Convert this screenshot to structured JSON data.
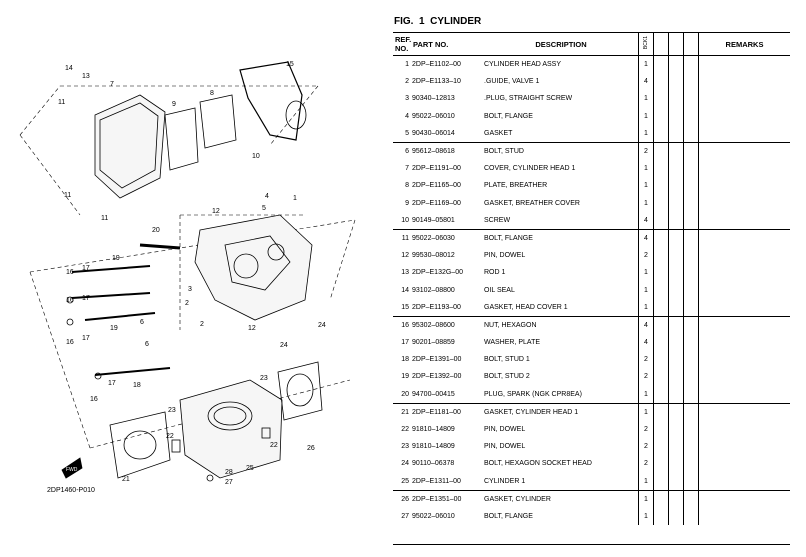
{
  "figure": {
    "label": "FIG.",
    "number": "1",
    "title": "CYLINDER",
    "image_code": "2DP1460-P010"
  },
  "table": {
    "headers": {
      "ref": "REF. NO.",
      "part": "PART NO.",
      "desc": "DESCRIPTION",
      "model": "BCK1",
      "remarks": "REMARKS"
    },
    "rows": [
      {
        "ref": "1",
        "part": "2DP–E1102–00",
        "desc": "CYLINDER HEAD ASSY",
        "qty": "1"
      },
      {
        "ref": "2",
        "part": "2DP–E1133–10",
        "desc": ".GUIDE, VALVE 1",
        "qty": "4"
      },
      {
        "ref": "3",
        "part": "90340–12813",
        "desc": ".PLUG, STRAIGHT SCREW",
        "qty": "1"
      },
      {
        "ref": "4",
        "part": "95022–06010",
        "desc": "BOLT, FLANGE",
        "qty": "1"
      },
      {
        "ref": "5",
        "part": "90430–06014",
        "desc": "GASKET",
        "qty": "1"
      },
      {
        "ref": "6",
        "part": "95612–08618",
        "desc": "BOLT, STUD",
        "qty": "2"
      },
      {
        "ref": "7",
        "part": "2DP–E1191–00",
        "desc": "COVER, CYLINDER HEAD 1",
        "qty": "1"
      },
      {
        "ref": "8",
        "part": "2DP–E1165–00",
        "desc": "PLATE, BREATHER",
        "qty": "1"
      },
      {
        "ref": "9",
        "part": "2DP–E1169–00",
        "desc": "GASKET, BREATHER COVER",
        "qty": "1"
      },
      {
        "ref": "10",
        "part": "90149–05801",
        "desc": "SCREW",
        "qty": "4"
      },
      {
        "ref": "11",
        "part": "95022–06030",
        "desc": "BOLT, FLANGE",
        "qty": "4"
      },
      {
        "ref": "12",
        "part": "99530–08012",
        "desc": "PIN, DOWEL",
        "qty": "2"
      },
      {
        "ref": "13",
        "part": "2DP–E132G–00",
        "desc": "ROD 1",
        "qty": "1"
      },
      {
        "ref": "14",
        "part": "93102–08800",
        "desc": "OIL SEAL",
        "qty": "1"
      },
      {
        "ref": "15",
        "part": "2DP–E1193–00",
        "desc": "GASKET, HEAD COVER 1",
        "qty": "1"
      },
      {
        "ref": "16",
        "part": "95302–08600",
        "desc": "NUT, HEXAGON",
        "qty": "4"
      },
      {
        "ref": "17",
        "part": "90201–08859",
        "desc": "WASHER, PLATE",
        "qty": "4"
      },
      {
        "ref": "18",
        "part": "2DP–E1391–00",
        "desc": "BOLT, STUD 1",
        "qty": "2"
      },
      {
        "ref": "19",
        "part": "2DP–E1392–00",
        "desc": "BOLT, STUD 2",
        "qty": "2"
      },
      {
        "ref": "20",
        "part": "94700–00415",
        "desc": "PLUG, SPARK (NGK CPR8EA)",
        "qty": "1"
      },
      {
        "ref": "21",
        "part": "2DP–E1181–00",
        "desc": "GASKET, CYLINDER HEAD 1",
        "qty": "1"
      },
      {
        "ref": "22",
        "part": "91810–14809",
        "desc": "PIN, DOWEL",
        "qty": "2"
      },
      {
        "ref": "23",
        "part": "91810–14809",
        "desc": "PIN, DOWEL",
        "qty": "2"
      },
      {
        "ref": "24",
        "part": "90110–06378",
        "desc": "BOLT, HEXAGON SOCKET HEAD",
        "qty": "2"
      },
      {
        "ref": "25",
        "part": "2DP–E1311–00",
        "desc": "CYLINDER 1",
        "qty": "1"
      },
      {
        "ref": "26",
        "part": "2DP–E1351–00",
        "desc": "GASKET, CYLINDER",
        "qty": "1"
      },
      {
        "ref": "27",
        "part": "95022–06010",
        "desc": "BOLT, FLANGE",
        "qty": "1"
      }
    ]
  },
  "callouts": [
    "14",
    "13",
    "11",
    "7",
    "15",
    "9",
    "8",
    "11",
    "10",
    "11",
    "4",
    "5",
    "12",
    "1",
    "20",
    "19",
    "16",
    "17",
    "17",
    "16",
    "3",
    "2",
    "6",
    "2",
    "12",
    "24",
    "17",
    "16",
    "18",
    "6",
    "12",
    "24",
    "23",
    "26",
    "23",
    "22",
    "22",
    "21",
    "28",
    "25",
    "27"
  ]
}
